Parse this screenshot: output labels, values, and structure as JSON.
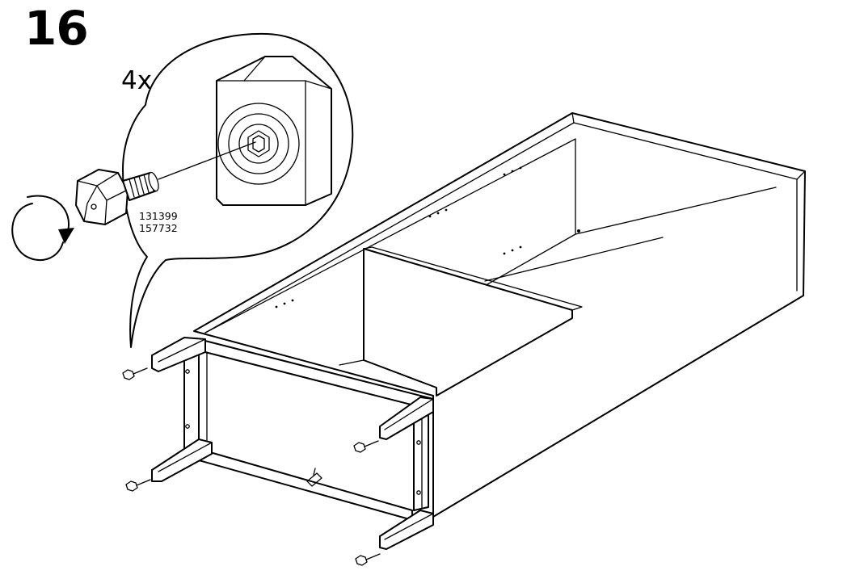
{
  "step": {
    "number": "16"
  },
  "callout": {
    "quantity": "4x",
    "part_numbers": [
      "131399",
      "157732"
    ]
  },
  "icons": {
    "rotation": "clockwise-rotation-arrow-icon",
    "part": "adjustable-foot-screw-icon",
    "fastener": "foot-screw-icon"
  },
  "colors": {
    "ink": "#000000",
    "paper": "#ffffff"
  }
}
